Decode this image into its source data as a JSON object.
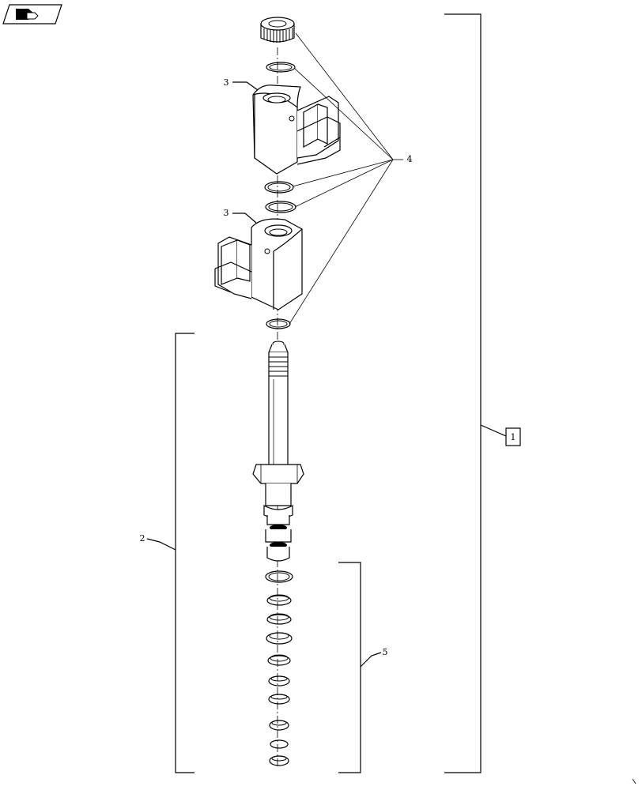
{
  "diagram": {
    "callouts": {
      "part_1": "1",
      "part_2": "2",
      "part_3_upper": "3",
      "part_3_lower": "3",
      "part_4": "4",
      "part_5": "5"
    },
    "icons": {
      "corner_badge": "arrow-hand-icon"
    }
  }
}
